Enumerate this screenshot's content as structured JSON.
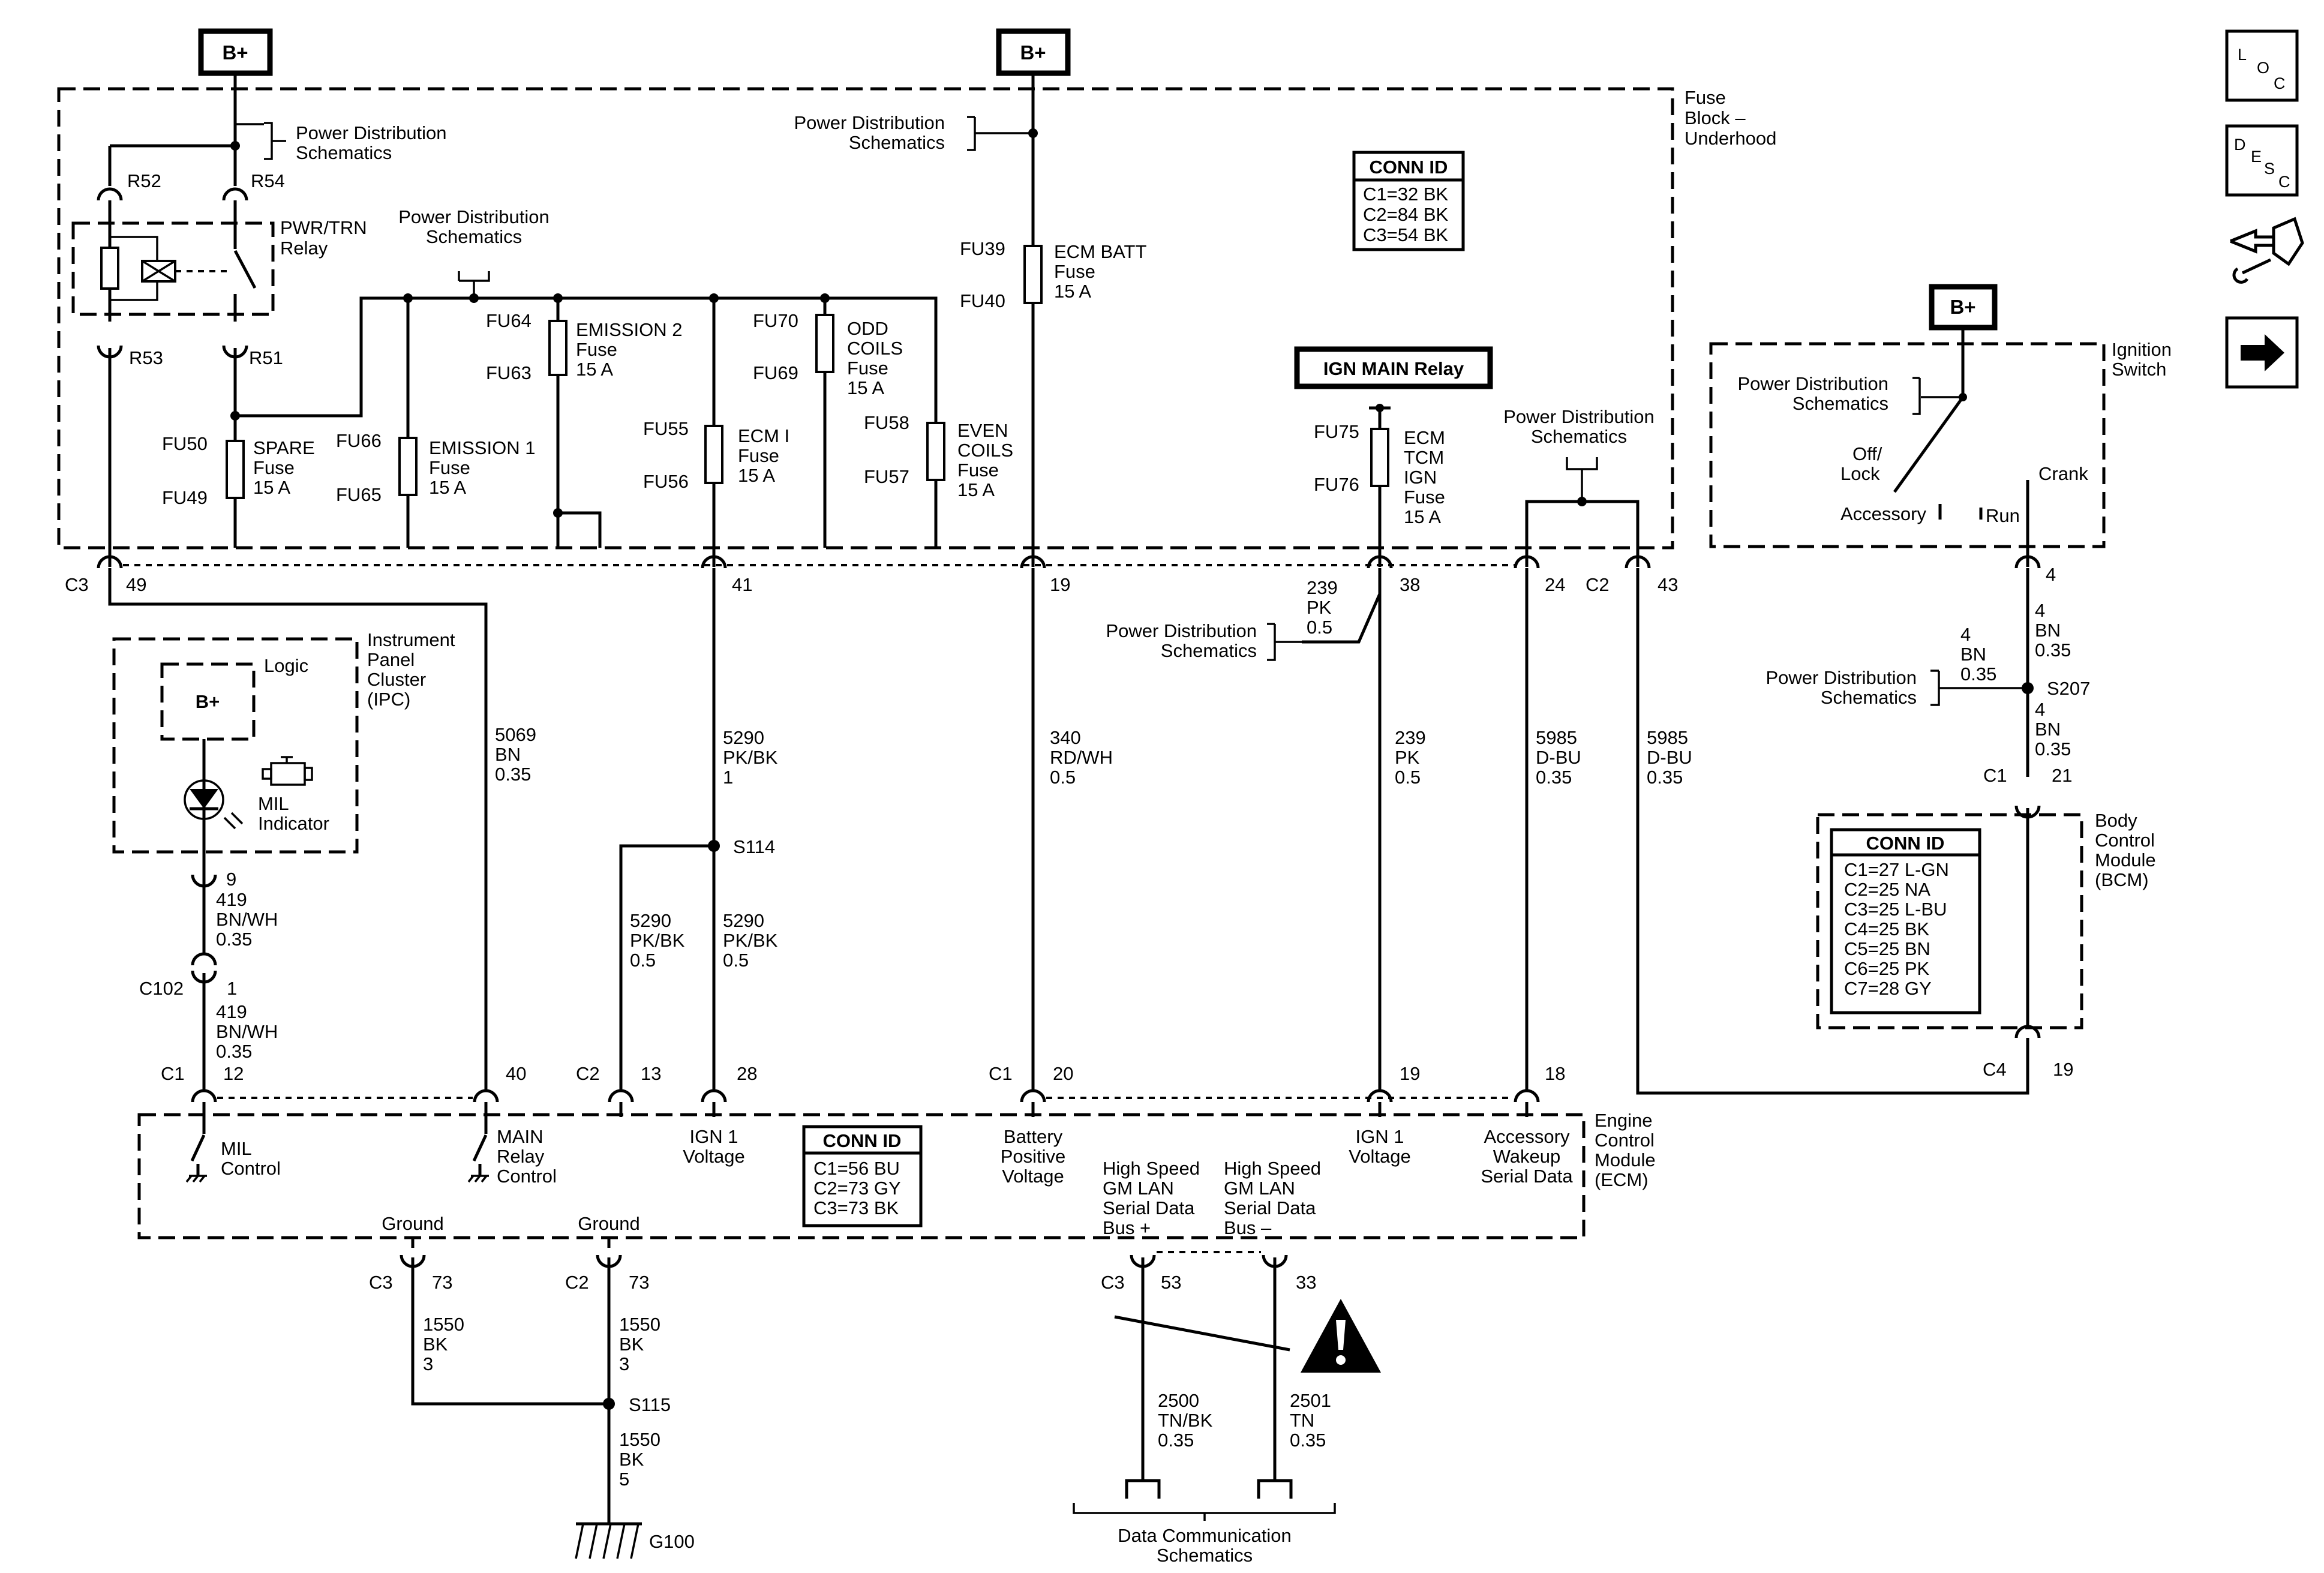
{
  "bplus": {
    "label": "B+"
  },
  "fuse_block": {
    "title": [
      "Fuse",
      "Block –",
      "Underhood"
    ],
    "conn": {
      "title": "CONN ID",
      "rows": [
        "C1=32 BK",
        "C2=84 BK",
        "C3=54 BK"
      ]
    }
  },
  "pd": {
    "line1": "Power Distribution",
    "line2": "Schematics"
  },
  "relay": {
    "name": [
      "PWR/TRN",
      "Relay"
    ],
    "r52": "R52",
    "r54": "R54",
    "r53": "R53",
    "r51": "R51"
  },
  "fuses": {
    "ecm_batt": {
      "top": "FU39",
      "bottom": "FU40",
      "label": [
        "ECM BATT",
        "Fuse",
        "15 A"
      ]
    },
    "spare": {
      "top": "FU50",
      "bottom": "FU49",
      "label": [
        "SPARE",
        "Fuse",
        "15 A"
      ]
    },
    "emission1": {
      "top": "FU66",
      "bottom": "FU65",
      "label": [
        "EMISSION 1",
        "Fuse",
        "15 A"
      ]
    },
    "emission2": {
      "top": "FU64",
      "bottom": "FU63",
      "label": [
        "EMISSION 2",
        "Fuse",
        "15 A"
      ]
    },
    "ecmi": {
      "top": "FU55",
      "bottom": "FU56",
      "label": [
        "ECM I",
        "Fuse",
        "15 A"
      ]
    },
    "odd": {
      "top": "FU70",
      "bottom": "FU69",
      "label": [
        "ODD",
        "COILS",
        "Fuse",
        "15 A"
      ]
    },
    "even": {
      "top": "FU58",
      "bottom": "FU57",
      "label": [
        "EVEN",
        "COILS",
        "Fuse",
        "15 A"
      ]
    },
    "ign": {
      "top": "FU75",
      "bottom": "FU76",
      "label": [
        "ECM",
        "TCM",
        "IGN",
        "Fuse",
        "15 A"
      ]
    }
  },
  "ign_main_relay": "IGN MAIN Relay",
  "ignition_switch": {
    "title": [
      "Ignition",
      "Switch"
    ],
    "off_lock": [
      "Off/",
      "Lock"
    ],
    "crank": "Crank",
    "accessory": "Accessory",
    "run": "Run"
  },
  "pins": {
    "c3": "C3",
    "p49": "49",
    "p41": "41",
    "p19": "19",
    "p38": "38",
    "p24": "24",
    "c2": "C2",
    "p43": "43",
    "p4": "4",
    "c1": "C1",
    "p21": "21",
    "c4": "C4",
    "p19b": "19",
    "p9": "9",
    "c102": "C102",
    "p1": "1",
    "ec1": "C1",
    "p12": "12",
    "p40": "40",
    "ec2": "C2",
    "p13": "13",
    "p28": "28",
    "ec1b": "C1",
    "p20": "20",
    "p19c": "19",
    "p18": "18",
    "gc3": "C3",
    "p73a": "73",
    "gc2": "C2",
    "p73b": "73",
    "dc3": "C3",
    "p53": "53",
    "p33": "33"
  },
  "wires": {
    "w5069": [
      "5069",
      "BN",
      "0.35"
    ],
    "w5290a": [
      "5290",
      "PK/BK",
      "1"
    ],
    "w5290b": [
      "5290",
      "PK/BK",
      "0.5"
    ],
    "w5290c": [
      "5290",
      "PK/BK",
      "0.5"
    ],
    "w340": [
      "340",
      "RD/WH",
      "0.5"
    ],
    "w239a": [
      "239",
      "PK",
      "0.5"
    ],
    "w239b": [
      "239",
      "PK",
      "0.5"
    ],
    "w5985a": [
      "5985",
      "D-BU",
      "0.35"
    ],
    "w5985b": [
      "5985",
      "D-BU",
      "0.35"
    ],
    "w4a": [
      "4",
      "BN",
      "0.35"
    ],
    "w4b": [
      "4",
      "BN",
      "0.35"
    ],
    "w4c": [
      "4",
      "BN",
      "0.35"
    ],
    "w419a": [
      "419",
      "BN/WH",
      "0.35"
    ],
    "w419b": [
      "419",
      "BN/WH",
      "0.35"
    ],
    "w1550a": [
      "1550",
      "BK",
      "3"
    ],
    "w1550b": [
      "1550",
      "BK",
      "3"
    ],
    "w1550c": [
      "1550",
      "BK",
      "5"
    ],
    "w2500": [
      "2500",
      "TN/BK",
      "0.35"
    ],
    "w2501": [
      "2501",
      "TN",
      "0.35"
    ]
  },
  "splices": {
    "s114": "S114",
    "s207": "S207",
    "s115": "S115",
    "g100": "G100"
  },
  "ipc": {
    "title": [
      "Instrument",
      "Panel",
      "Cluster",
      "(IPC)"
    ],
    "logic": "Logic",
    "bplus": "B+",
    "mil": [
      "MIL",
      "Indicator"
    ]
  },
  "bcm": {
    "title": [
      "Body",
      "Control",
      "Module",
      "(BCM)"
    ],
    "conn": {
      "title": "CONN ID",
      "rows": [
        "C1=27 L-GN",
        "C2=25 NA",
        "C3=25 L-BU",
        "C4=25 BK",
        "C5=25 BN",
        "C6=25 PK",
        "C7=28 GY"
      ]
    }
  },
  "ecm": {
    "title": [
      "Engine",
      "Control",
      "Module",
      "(ECM)"
    ],
    "conn": {
      "title": "CONN ID",
      "rows": [
        "C1=56 BU",
        "C2=73 GY",
        "C3=73 BK"
      ]
    },
    "mil_control": [
      "MIL",
      "Control"
    ],
    "main_relay_control": [
      "MAIN",
      "Relay",
      "Control"
    ],
    "ign1_a": [
      "IGN 1",
      "Voltage"
    ],
    "battery": [
      "Battery",
      "Positive",
      "Voltage"
    ],
    "hs_plus": [
      "High Speed",
      "GM LAN",
      "Serial Data",
      "Bus +"
    ],
    "hs_minus": [
      "High Speed",
      "GM LAN",
      "Serial Data",
      "Bus –"
    ],
    "ign1_b": [
      "IGN 1",
      "Voltage"
    ],
    "accessory": [
      "Accessory",
      "Wakeup",
      "Serial Data"
    ],
    "ground1": "Ground",
    "ground2": "Ground"
  },
  "dcs": [
    "Data Communication",
    "Schematics"
  ],
  "nav": {
    "loc": [
      "L",
      "O",
      "C"
    ],
    "desc": [
      "D",
      "E",
      "S",
      "C"
    ],
    "icons": [
      "loc-icon",
      "desc-icon",
      "connector-repair-icon",
      "next-arrow-icon"
    ]
  }
}
